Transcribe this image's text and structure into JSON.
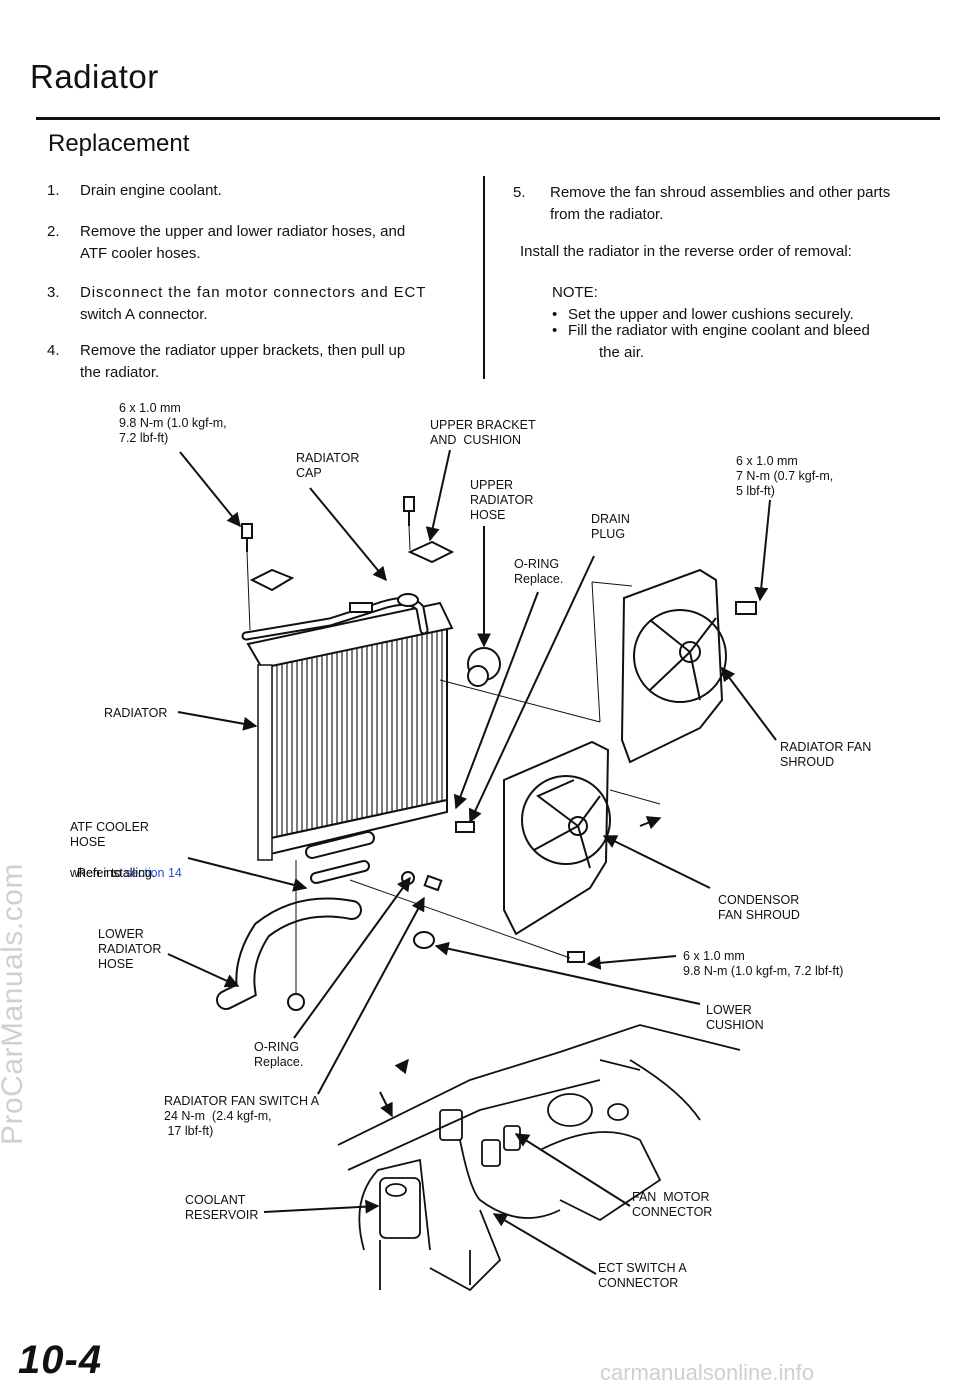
{
  "page": {
    "title": "Radiator",
    "subtitle": "Replacement",
    "page_number": "10-4",
    "watermark_left": "ProCarManuals.com",
    "footer_watermark": "carmanualsonline.info"
  },
  "steps_left": [
    {
      "num": "1.",
      "text": "Drain engine coolant."
    },
    {
      "num": "2.",
      "text": "Remove the upper and lower radiator hoses, and",
      "cont": "ATF cooler hoses."
    },
    {
      "num": "3.",
      "text": "Disconnect the fan motor connectors and ECT",
      "cont": "switch A connector."
    },
    {
      "num": "4.",
      "text": "Remove the radiator upper brackets, then pull up",
      "cont": "the radiator."
    }
  ],
  "steps_right": {
    "step5_num": "5.",
    "step5_text": "Remove the fan shroud assemblies and other parts",
    "step5_cont": "from the radiator.",
    "install_text": "Install the radiator in the reverse order of removal:",
    "note_label": "NOTE:",
    "note_items": [
      "Set the upper and lower cushions securely.",
      "Fill the radiator with engine coolant and bleed"
    ],
    "note_cont": "the air."
  },
  "labels": {
    "bolt_top_left": "6 x 1.0 mm\n9.8 N-m (1.0 kgf-m,\n7.2 lbf-ft)",
    "radiator_cap": "RADIATOR\nCAP",
    "upper_bracket": "UPPER BRACKET\nAND  CUSHION",
    "upper_hose": "UPPER\nRADIATOR\nHOSE",
    "drain_plug": "DRAIN\nPLUG",
    "bolt_top_right": "6 x 1.0 mm\n7 N-m (0.7 kgf-m,\n5 lbf-ft)",
    "oring_upper": "O-RING\nReplace.",
    "radiator": "RADIATOR",
    "radiator_fan_shroud": "RADIATOR FAN\nSHROUD",
    "atf_cooler_hose": "ATF COOLER\nHOSE",
    "refer_to": "Refer to ",
    "section_link": "section 14",
    "when_installing": "when installing.",
    "condenser_shroud": "CONDENSOR\nFAN SHROUD",
    "lower_hose": "LOWER\nRADIATOR\nHOSE",
    "bolt_lower": "6 x 1.0 mm\n9.8 N-m (1.0 kgf-m, 7.2 lbf-ft)",
    "lower_cushion": "LOWER\nCUSHION",
    "oring_lower": "O-RING\nReplace.",
    "fan_switch": "RADIATOR FAN SWITCH A\n24 N-m  (2.4 kgf-m,\n 17 lbf-ft)",
    "coolant_reservoir": "COOLANT\nRESERVOIR",
    "fan_motor_connector": "FAN  MOTOR\nCONNECTOR",
    "ect_switch_connector": "ECT SWITCH A\nCONNECTOR"
  }
}
